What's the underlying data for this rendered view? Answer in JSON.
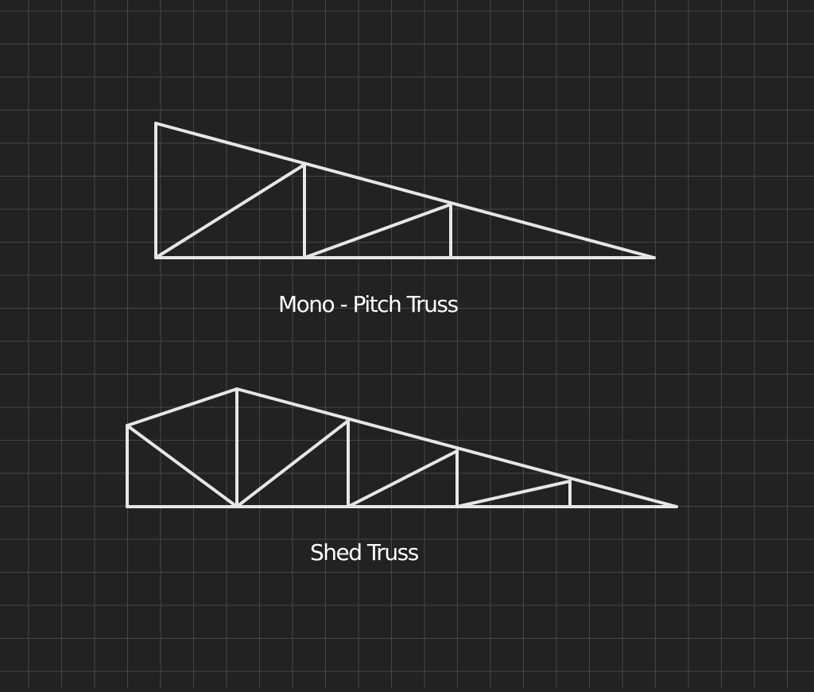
{
  "colors": {
    "background": "#222222",
    "grid": "#464646",
    "member": "#e6e6e6",
    "text": "#ffffff"
  },
  "diagrams": [
    {
      "id": "mono-pitch",
      "caption": "Mono - Pitch Truss"
    },
    {
      "id": "shed",
      "caption": "Shed Truss"
    }
  ]
}
